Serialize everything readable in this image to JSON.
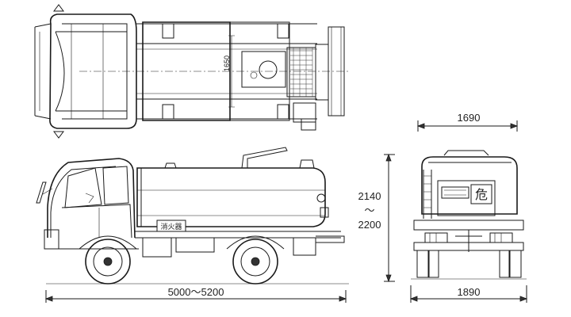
{
  "dimensions": {
    "rear_overall_width_top": "1690",
    "height_range_min": "2140",
    "height_range_sep": "～",
    "height_range_max": "2200",
    "rear_overall_width_bottom": "1890",
    "overall_length": "5000～5200"
  },
  "plan_view_label": "1650",
  "side_view_label": "消火器",
  "rear_view_emblem": "危"
}
